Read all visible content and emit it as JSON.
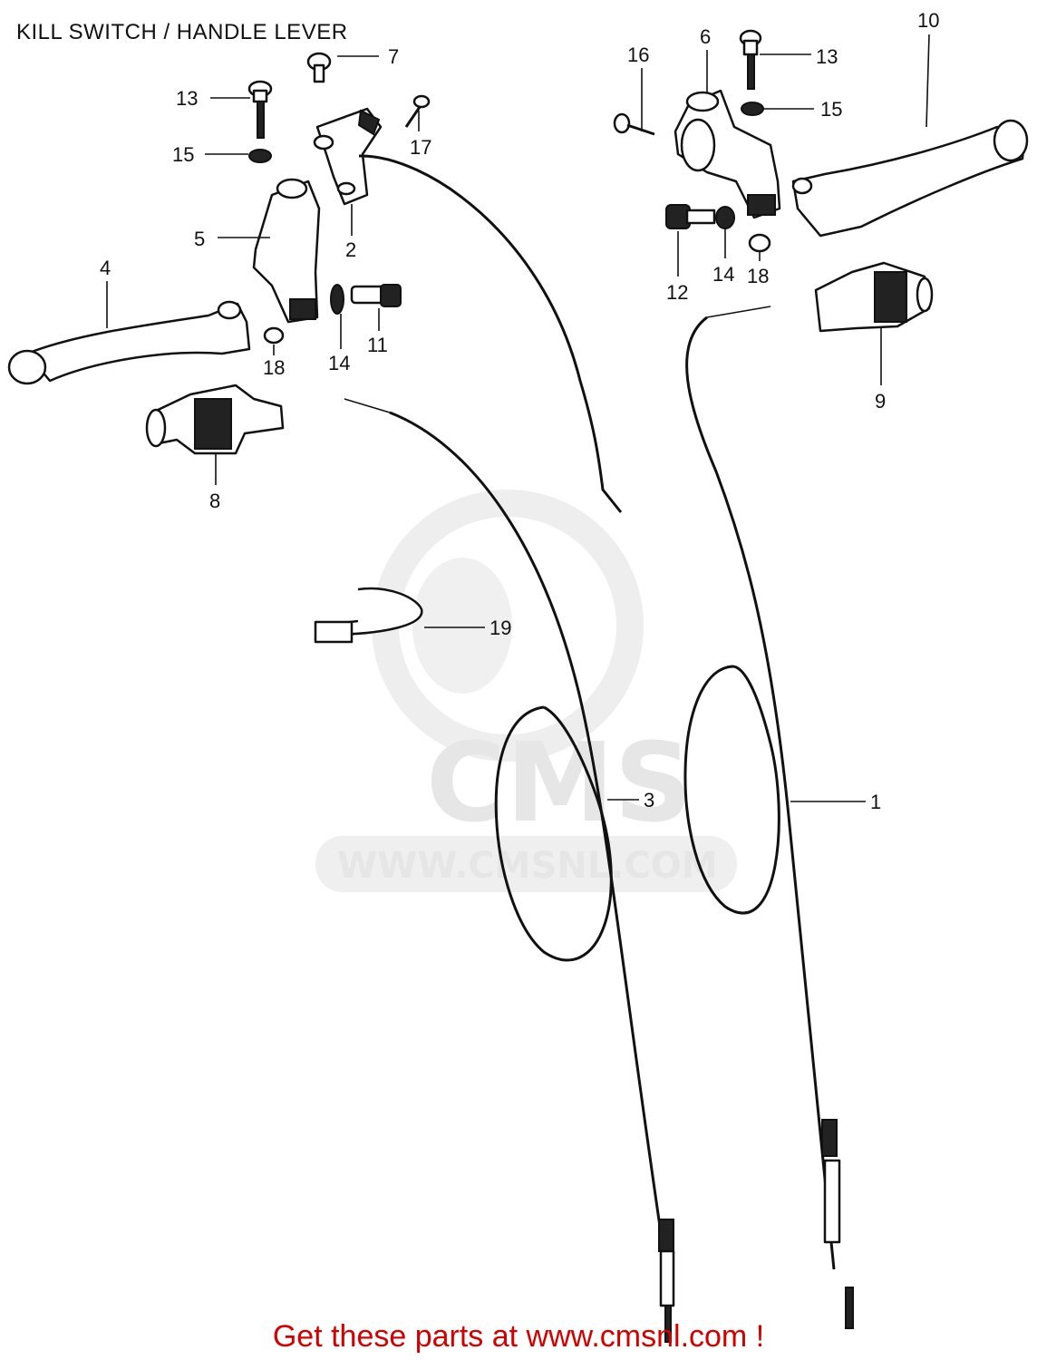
{
  "title": "KILL SWITCH / HANDLE LEVER",
  "footer": "Get these parts at www.cmsnl.com !",
  "watermark": {
    "logo": "CMS",
    "url": "WWW.CMSNL.COM"
  },
  "callouts": [
    "1",
    "2",
    "3",
    "4",
    "5",
    "6",
    "7",
    "8",
    "9",
    "10",
    "11",
    "12",
    "13",
    "13",
    "14",
    "14",
    "15",
    "15",
    "16",
    "17",
    "18",
    "18",
    "19"
  ],
  "colors": {
    "footer": "#d40000",
    "watermark": "#e6e6e6",
    "ink": "#111111"
  }
}
